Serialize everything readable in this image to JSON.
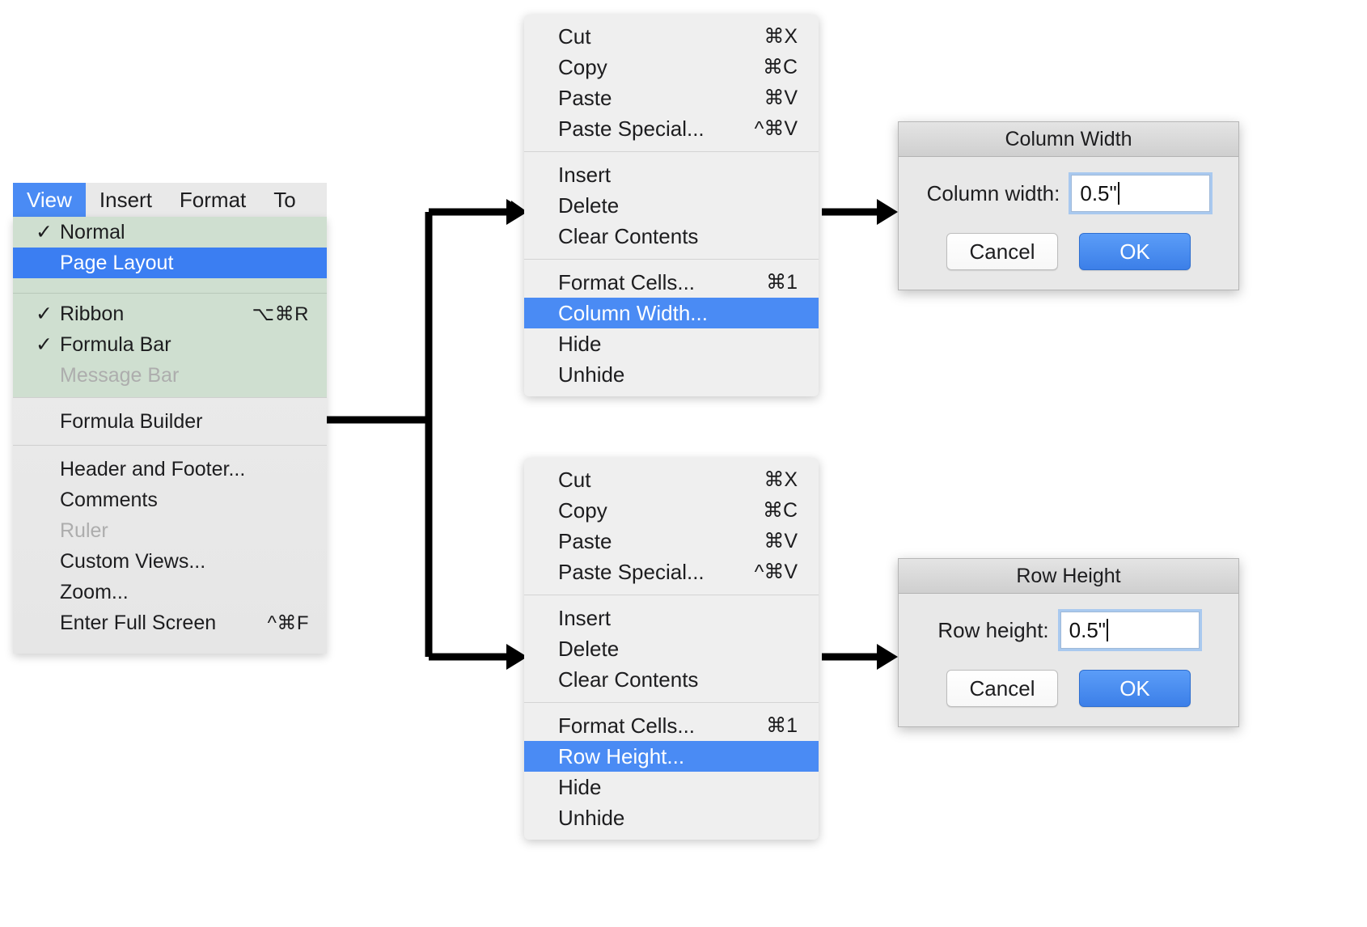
{
  "menubar": {
    "items": [
      {
        "label": "View",
        "active": true
      },
      {
        "label": "Insert",
        "active": false
      },
      {
        "label": "Format",
        "active": false
      },
      {
        "label": "To",
        "active": false
      }
    ]
  },
  "view_menu": {
    "items": [
      {
        "label": "Normal",
        "check": "✓",
        "shortcut": "",
        "state": "checked-tinted"
      },
      {
        "label": "Page Layout",
        "check": "",
        "shortcut": "",
        "state": "selected"
      },
      {
        "label": "Ribbon",
        "check": "✓",
        "shortcut": "⌥⌘R",
        "state": "checked-tinted"
      },
      {
        "label": "Formula Bar",
        "check": "✓",
        "shortcut": "",
        "state": "checked-tinted"
      },
      {
        "label": "Message Bar",
        "check": "",
        "shortcut": "",
        "state": "disabled-tinted"
      },
      {
        "label": "Formula Builder",
        "check": "",
        "shortcut": "",
        "state": "normal"
      },
      {
        "label": "Header and Footer...",
        "check": "",
        "shortcut": "",
        "state": "normal"
      },
      {
        "label": "Comments",
        "check": "",
        "shortcut": "",
        "state": "normal"
      },
      {
        "label": "Ruler",
        "check": "",
        "shortcut": "",
        "state": "disabled"
      },
      {
        "label": "Custom Views...",
        "check": "",
        "shortcut": "",
        "state": "normal"
      },
      {
        "label": "Zoom...",
        "check": "",
        "shortcut": "",
        "state": "normal"
      },
      {
        "label": "Enter Full Screen",
        "check": "",
        "shortcut": "^⌘F",
        "state": "normal"
      }
    ]
  },
  "context_menu_column": {
    "groups": [
      [
        {
          "label": "Cut",
          "shortcut": "⌘X",
          "selected": false
        },
        {
          "label": "Copy",
          "shortcut": "⌘C",
          "selected": false
        },
        {
          "label": "Paste",
          "shortcut": "⌘V",
          "selected": false
        },
        {
          "label": "Paste Special...",
          "shortcut": "^⌘V",
          "selected": false
        }
      ],
      [
        {
          "label": "Insert",
          "shortcut": "",
          "selected": false
        },
        {
          "label": "Delete",
          "shortcut": "",
          "selected": false
        },
        {
          "label": "Clear Contents",
          "shortcut": "",
          "selected": false
        }
      ],
      [
        {
          "label": "Format Cells...",
          "shortcut": "⌘1",
          "selected": false
        },
        {
          "label": "Column Width...",
          "shortcut": "",
          "selected": true
        },
        {
          "label": "Hide",
          "shortcut": "",
          "selected": false
        },
        {
          "label": "Unhide",
          "shortcut": "",
          "selected": false
        }
      ]
    ]
  },
  "context_menu_row": {
    "groups": [
      [
        {
          "label": "Cut",
          "shortcut": "⌘X",
          "selected": false
        },
        {
          "label": "Copy",
          "shortcut": "⌘C",
          "selected": false
        },
        {
          "label": "Paste",
          "shortcut": "⌘V",
          "selected": false
        },
        {
          "label": "Paste Special...",
          "shortcut": "^⌘V",
          "selected": false
        }
      ],
      [
        {
          "label": "Insert",
          "shortcut": "",
          "selected": false
        },
        {
          "label": "Delete",
          "shortcut": "",
          "selected": false
        },
        {
          "label": "Clear Contents",
          "shortcut": "",
          "selected": false
        }
      ],
      [
        {
          "label": "Format Cells...",
          "shortcut": "⌘1",
          "selected": false
        },
        {
          "label": "Row Height...",
          "shortcut": "",
          "selected": true
        },
        {
          "label": "Hide",
          "shortcut": "",
          "selected": false
        },
        {
          "label": "Unhide",
          "shortcut": "",
          "selected": false
        }
      ]
    ]
  },
  "dialog_column_width": {
    "title": "Column Width",
    "field_label": "Column width:",
    "field_value": "0.5\"",
    "cancel_label": "Cancel",
    "ok_label": "OK"
  },
  "dialog_row_height": {
    "title": "Row Height",
    "field_label": "Row height:",
    "field_value": "0.5\"",
    "cancel_label": "Cancel",
    "ok_label": "OK"
  },
  "colors": {
    "accent_blue": "#4a8bf4",
    "selection_blue": "#3b7ef2",
    "menu_tint_green": "#cfdfd0",
    "menu_bg": "#efefef",
    "dialog_bg": "#e8e8e8",
    "disabled_text": "#adadad"
  }
}
